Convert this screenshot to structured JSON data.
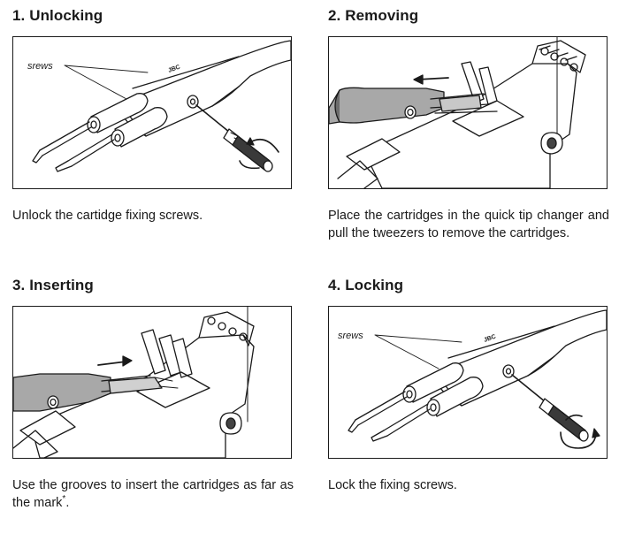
{
  "steps": [
    {
      "title": "1. Unlocking",
      "caption": "Unlock the cartidge fixing screws.",
      "callout": "srews",
      "brand": "JBC"
    },
    {
      "title": "2. Removing",
      "caption": "Place the cartridges in the quick tip changer and pull the tweezers to remove the cartridges."
    },
    {
      "title": "3. Inserting",
      "caption": "Use the grooves to insert the cartridges as far as the mark",
      "caption_mark": "*",
      "caption_end": "."
    },
    {
      "title": "4. Locking",
      "caption": "Lock the fixing screws.",
      "callout": "srews",
      "brand": "JBC"
    }
  ]
}
